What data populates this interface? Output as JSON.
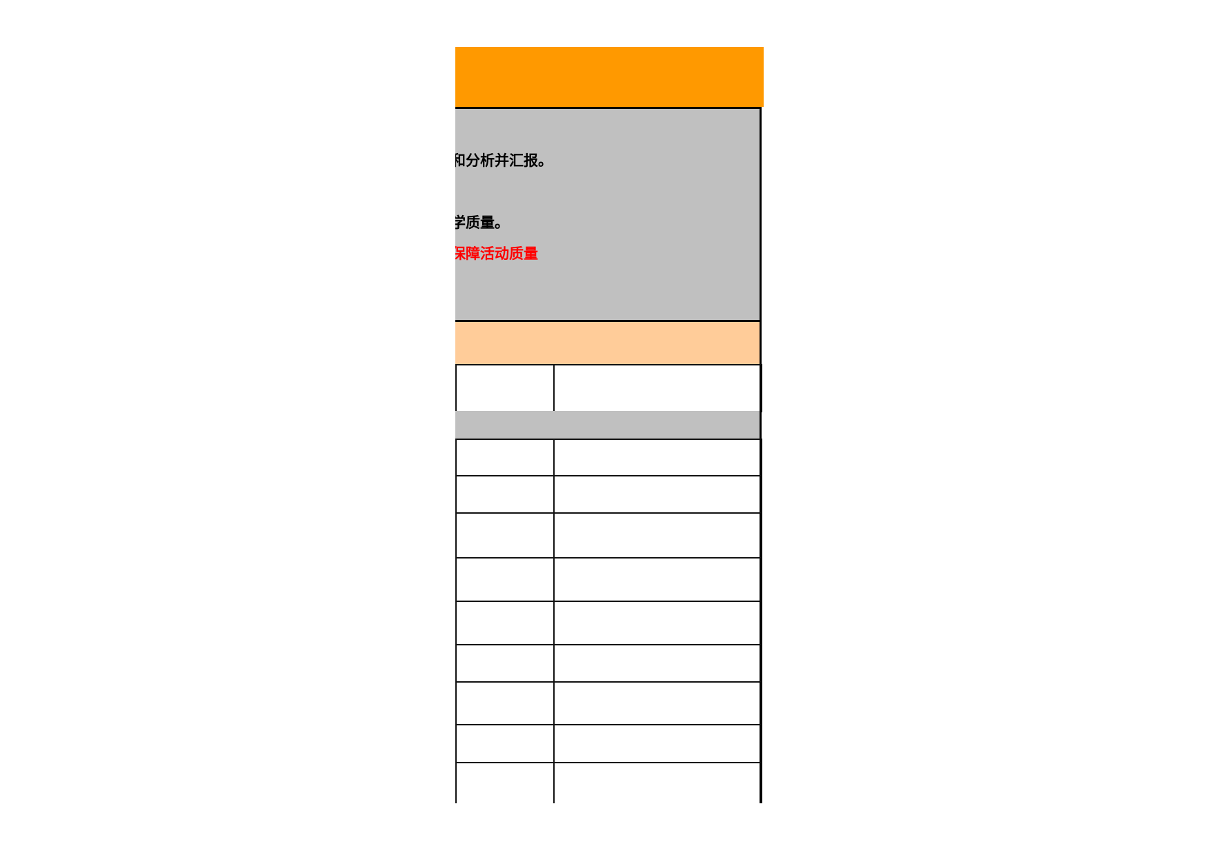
{
  "document": {
    "title_band": {
      "text": "",
      "color": "#FF9900"
    },
    "info_box": {
      "color": "#C0C0C0",
      "lines": [
        {
          "text": "和分析并汇报。",
          "color": "#000000"
        },
        {
          "text": "学质量。",
          "color": "#000000"
        },
        {
          "text": "保障活动质量",
          "color": "#FF0000"
        }
      ]
    },
    "section_band": {
      "text": "",
      "color": "#FFCC99"
    },
    "first_table": {
      "rows": [
        {
          "col1": "",
          "col2": ""
        }
      ]
    },
    "sub_band": {
      "text": "",
      "color": "#C0C0C0"
    },
    "main_table": {
      "rows": [
        {
          "col1": "",
          "col2": ""
        },
        {
          "col1": "",
          "col2": ""
        },
        {
          "col1": "",
          "col2": ""
        },
        {
          "col1": "",
          "col2": ""
        },
        {
          "col1": "",
          "col2": ""
        },
        {
          "col1": "",
          "col2": ""
        },
        {
          "col1": "",
          "col2": ""
        },
        {
          "col1": "",
          "col2": ""
        },
        {
          "col1": "",
          "col2": ""
        },
        {
          "col1": "",
          "col2": ""
        }
      ]
    }
  }
}
